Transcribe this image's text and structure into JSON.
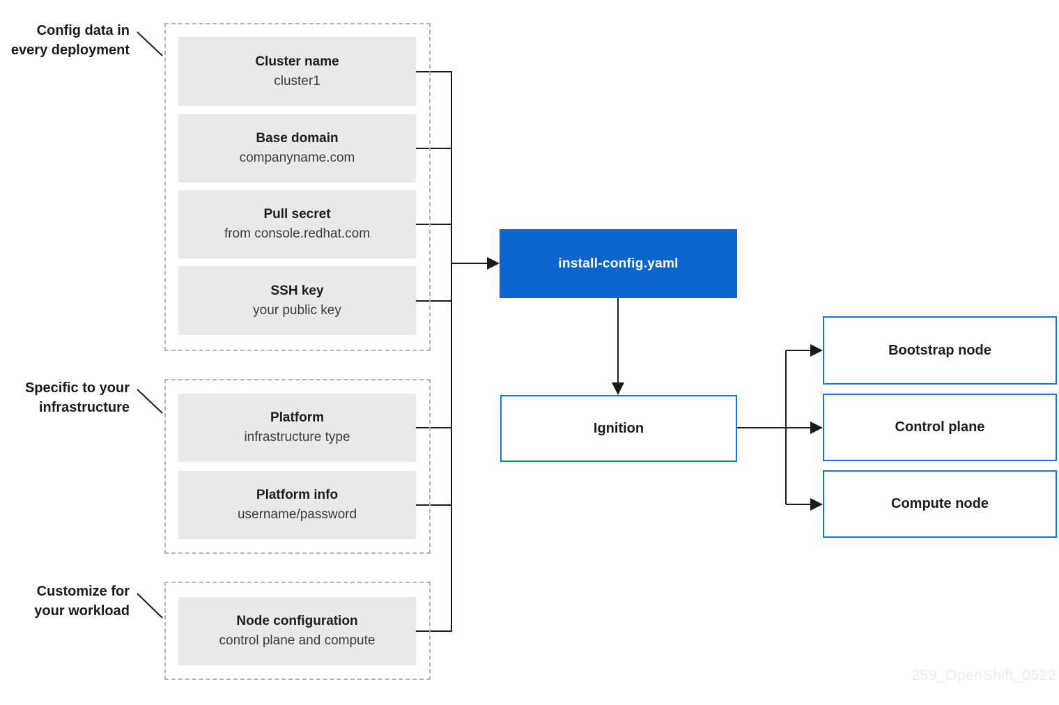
{
  "labels": {
    "config": {
      "line1": "Config data in",
      "line2": "every deployment"
    },
    "specific": {
      "line1": "Specific to your",
      "line2": "infrastructure"
    },
    "customize": {
      "line1": "Customize for",
      "line2": "your workload"
    }
  },
  "groups": {
    "deployment": {
      "items": [
        {
          "title": "Cluster name",
          "subtitle": "cluster1"
        },
        {
          "title": "Base domain",
          "subtitle": "companyname.com"
        },
        {
          "title": "Pull secret",
          "subtitle": "from console.redhat.com"
        },
        {
          "title": "SSH key",
          "subtitle": "your public key"
        }
      ]
    },
    "infrastructure": {
      "items": [
        {
          "title": "Platform",
          "subtitle": "infrastructure type"
        },
        {
          "title": "Platform info",
          "subtitle": "username/password"
        }
      ]
    },
    "workload": {
      "items": [
        {
          "title": "Node configuration",
          "subtitle": "control plane and compute"
        }
      ]
    }
  },
  "nodes": {
    "install_config": "install-config.yaml",
    "ignition": "Ignition",
    "bootstrap": "Bootstrap node",
    "control_plane": "Control plane",
    "compute": "Compute node"
  },
  "watermark": "259_OpenShift_0522",
  "colors": {
    "accent_blue_fill": "#0a66cd",
    "outline_blue": "#1673e6",
    "box_gray": "#e9e9e9",
    "line_black": "#1a1a1a",
    "dashed_gray": "#b5b5b5",
    "watermark_gray": "#ececec"
  }
}
